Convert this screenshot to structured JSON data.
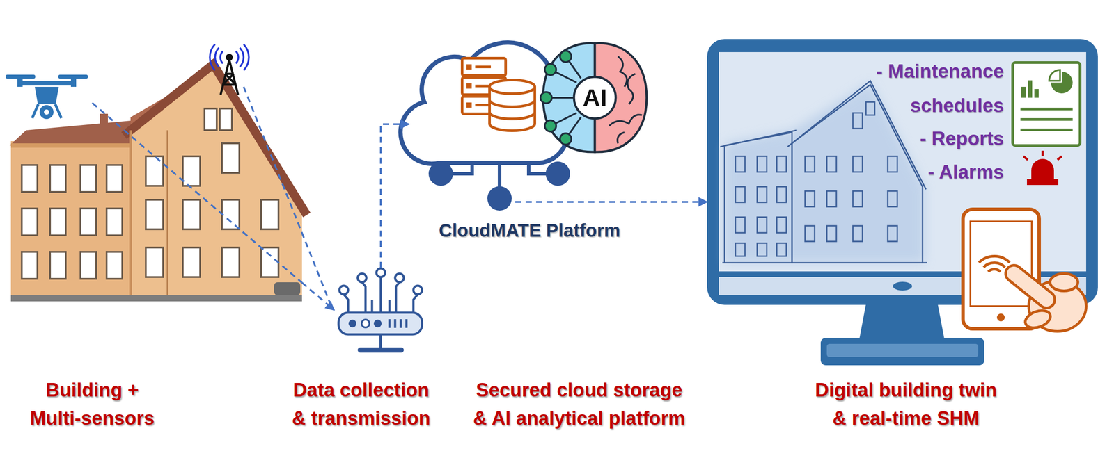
{
  "diagram": {
    "nodes": [
      {
        "text": [
          "Building + Multi-sensors"
        ]
      },
      {
        "text": [
          "Data collection & transmission"
        ]
      },
      {
        "text": [
          "AI",
          "CloudMATE Platform",
          "Secured cloud storage & AI analytical platform"
        ]
      },
      {
        "text": [
          "- Maintenance schedules",
          "- Reports",
          "- Alarms",
          "Digital building twin & real-time SHM"
        ]
      }
    ],
    "edges": [
      {
        "from": 0,
        "to": 1,
        "arrow": "to"
      },
      {
        "from": 1,
        "to": 2,
        "arrow": "to"
      },
      {
        "from": 2,
        "to": 3,
        "arrow": "to"
      }
    ]
  }
}
